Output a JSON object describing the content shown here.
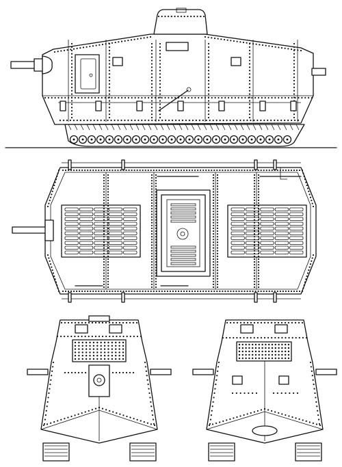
{
  "drawing": {
    "subject": "tank-technical-drawing",
    "views": [
      {
        "key": "side",
        "icon": "side-elevation-icon"
      },
      {
        "key": "top",
        "icon": "top-plan-icon"
      },
      {
        "key": "front",
        "icon": "front-elevation-icon"
      },
      {
        "key": "rear",
        "icon": "rear-elevation-icon"
      }
    ],
    "colors": {
      "line": "#111111",
      "paper": "#ffffff"
    }
  }
}
